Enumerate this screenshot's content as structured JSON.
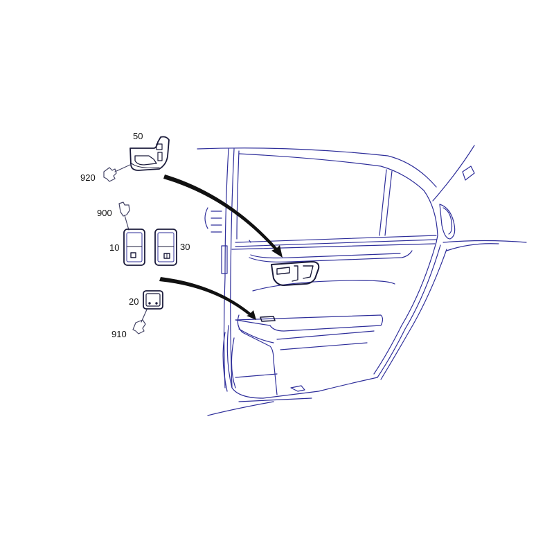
{
  "diagram": {
    "type": "exploded-parts-view",
    "subject": "rear door interior trim with switches",
    "colors": {
      "background": "#ffffff",
      "line": "#2e2e9a",
      "part_outline": "#1a1a3a",
      "arrow": "#111111",
      "label": "#111111"
    },
    "callouts": [
      {
        "id": "50",
        "label": "50",
        "part": "seat adjustment switch"
      },
      {
        "id": "920",
        "label": "920",
        "part": "connector"
      },
      {
        "id": "900",
        "label": "900",
        "part": "connector"
      },
      {
        "id": "10",
        "label": "10",
        "part": "switch"
      },
      {
        "id": "30",
        "label": "30",
        "part": "switch"
      },
      {
        "id": "20",
        "label": "20",
        "part": "switch"
      },
      {
        "id": "910",
        "label": "910",
        "part": "connector"
      }
    ],
    "arrows": [
      {
        "from": "50",
        "to": "door-handle-switch-area"
      },
      {
        "from": "20",
        "to": "armrest-switch-area"
      }
    ]
  }
}
